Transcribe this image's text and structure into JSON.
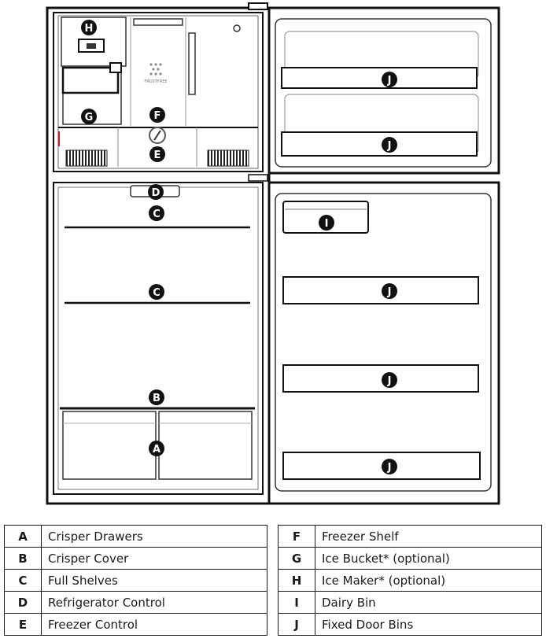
{
  "diagram": {
    "brand_text": "FROSTFREE",
    "callouts": {
      "a": "A",
      "b": "B",
      "c": "C",
      "d": "D",
      "e": "E",
      "f": "F",
      "g": "G",
      "h": "H",
      "i": "I",
      "j": "J"
    }
  },
  "legend_left": [
    {
      "letter": "A",
      "label": "Crisper Drawers"
    },
    {
      "letter": "B",
      "label": "Crisper Cover"
    },
    {
      "letter": "C",
      "label": "Full Shelves"
    },
    {
      "letter": "D",
      "label": "Refrigerator Control"
    },
    {
      "letter": "E",
      "label": "Freezer Control"
    }
  ],
  "legend_right": [
    {
      "letter": "F",
      "label": "Freezer Shelf"
    },
    {
      "letter": "G",
      "label": "Ice Bucket* (optional)"
    },
    {
      "letter": "H",
      "label": "Ice Maker* (optional)"
    },
    {
      "letter": "I",
      "label": "Dairy Bin"
    },
    {
      "letter": "J",
      "label": "Fixed Door Bins"
    }
  ]
}
